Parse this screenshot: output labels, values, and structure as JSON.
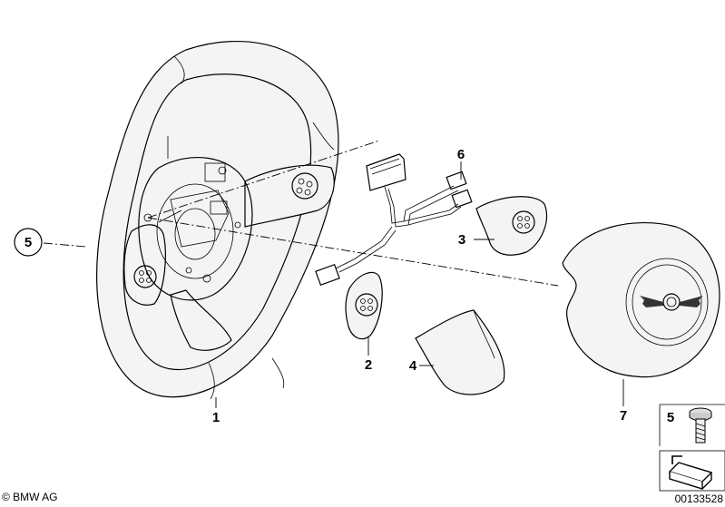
{
  "diagram": {
    "callouts": [
      {
        "id": "1",
        "text": "1"
      },
      {
        "id": "2",
        "text": "2"
      },
      {
        "id": "3",
        "text": "3"
      },
      {
        "id": "4",
        "text": "4"
      },
      {
        "id": "5",
        "text": "5"
      },
      {
        "id": "6",
        "text": "6"
      },
      {
        "id": "7",
        "text": "7"
      }
    ],
    "inset_callout": "5",
    "copyright": "© BMW AG",
    "image_number": "00133528"
  }
}
